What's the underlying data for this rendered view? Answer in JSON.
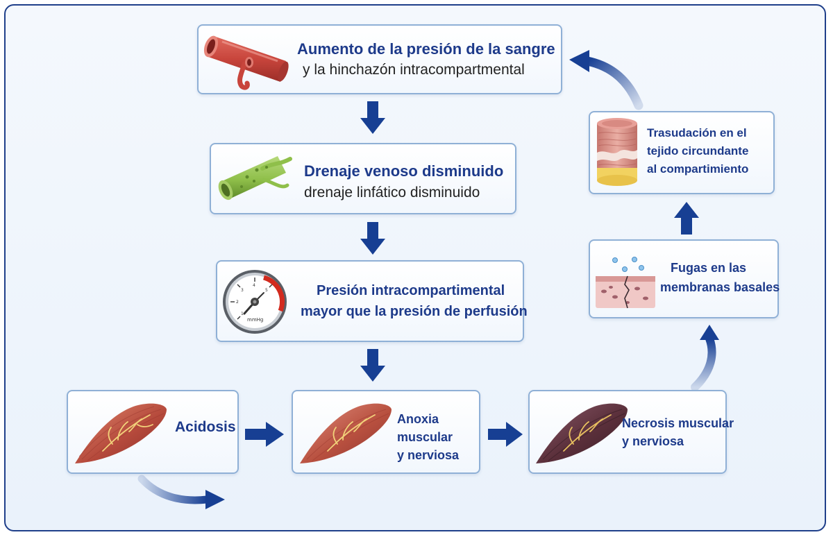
{
  "nodes": {
    "blood_pressure": {
      "line1": "Aumento de la presión de la sangre",
      "line2": "y la hinchazón intracompartmental"
    },
    "venous_drainage": {
      "line1": "Drenaje venoso disminuido",
      "line2": "drenaje linfático disminuido"
    },
    "intracompartmental_pressure": {
      "line1": "Presión intracompartimental",
      "line2": "mayor que la presión de perfusión",
      "gauge_unit": "mmHg"
    },
    "acidosis": {
      "label": "Acidosis"
    },
    "anoxia": {
      "line1": "Anoxia",
      "line2": "muscular",
      "line3": "y nerviosa"
    },
    "necrosis": {
      "line1": "Necrosis muscular",
      "line2": "y nerviosa"
    },
    "membrane_leak": {
      "line1": "Fugas en las",
      "line2": "membranas basales"
    },
    "transudation": {
      "line1": "Trasudación en el",
      "line2": "tejido circundante",
      "line3": "al compartimiento"
    }
  },
  "colors": {
    "arrow": "#173f93",
    "text": "#1d3a8a",
    "box_border": "#8fb0d6",
    "vessel": "#c8453c",
    "lymph": "#8fbf4a",
    "muscle": "#b64a3c",
    "necrosis": "#5a2f3a",
    "gauge_red": "#d22a1e"
  }
}
